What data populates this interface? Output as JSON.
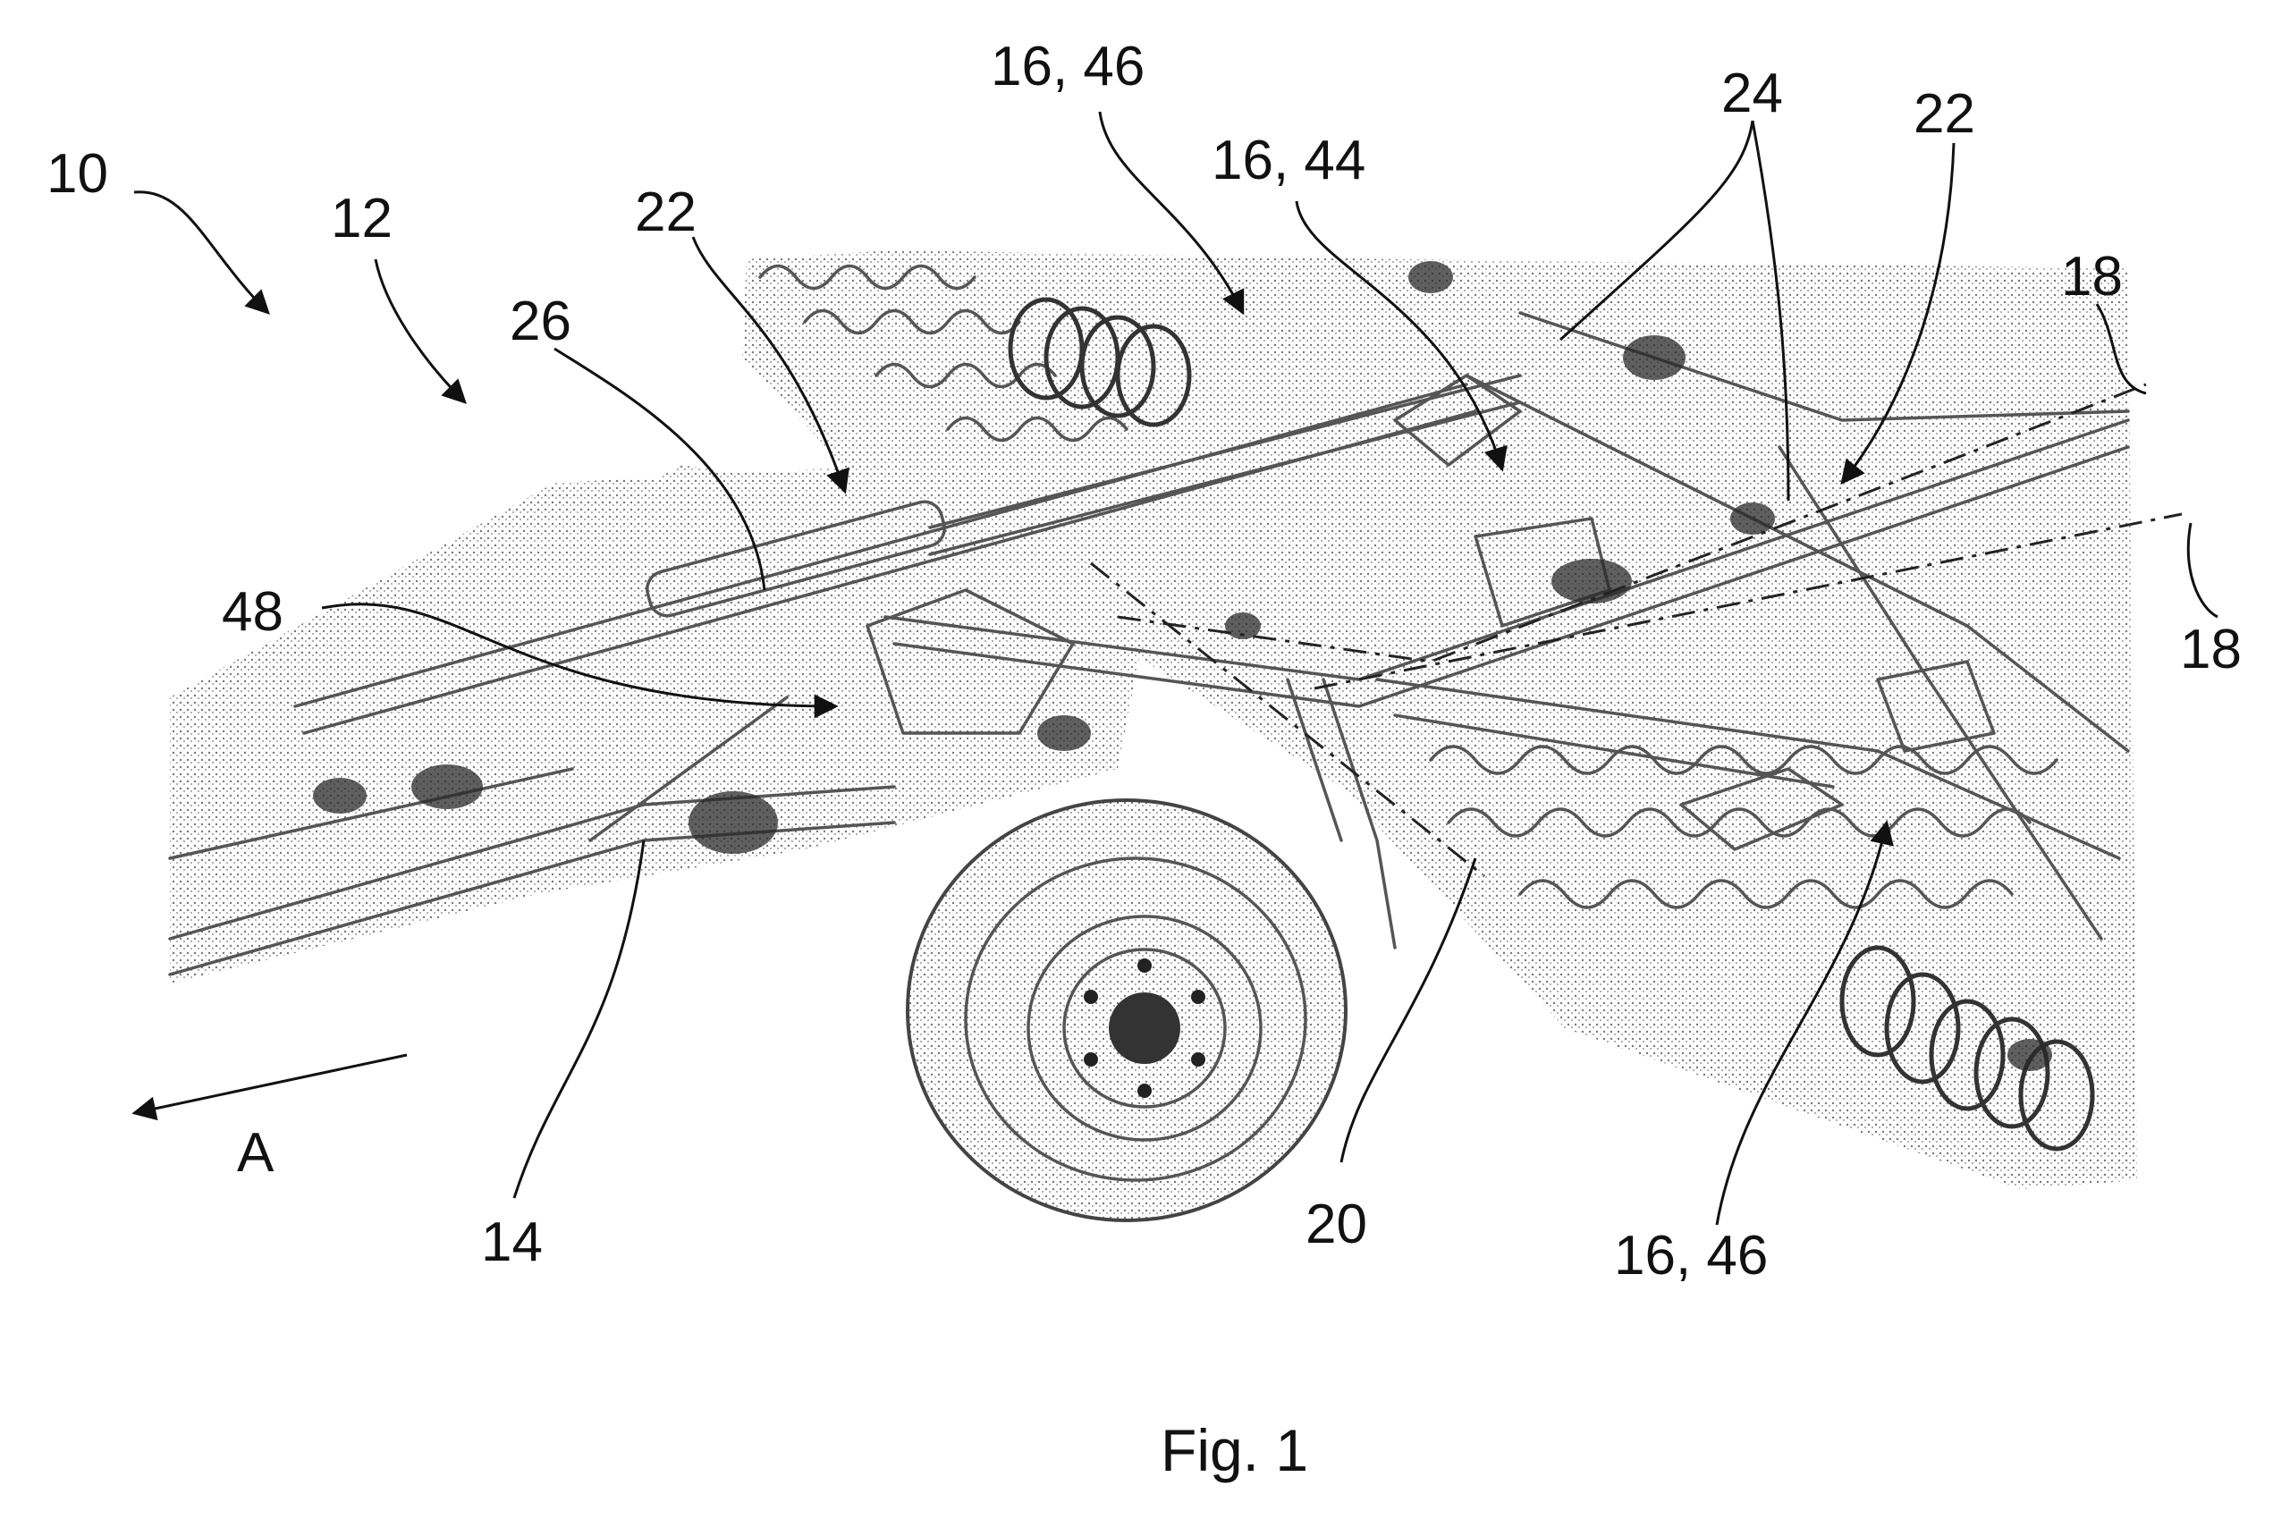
{
  "figure": {
    "caption": "Fig. 1"
  },
  "labels": {
    "l10": "10",
    "l12": "12",
    "l22_left": "22",
    "l26": "26",
    "l16_46_top": "16, 46",
    "l16_44": "16, 44",
    "l24": "24",
    "l22_right": "22",
    "l18_upper": "18",
    "l18_lower": "18",
    "l48": "48",
    "l14": "14",
    "l20": "20",
    "l16_46_bottom": "16, 46",
    "lA": "A"
  },
  "colors": {
    "ink": "#111111",
    "drawing": "#555555",
    "background": "#ffffff"
  }
}
